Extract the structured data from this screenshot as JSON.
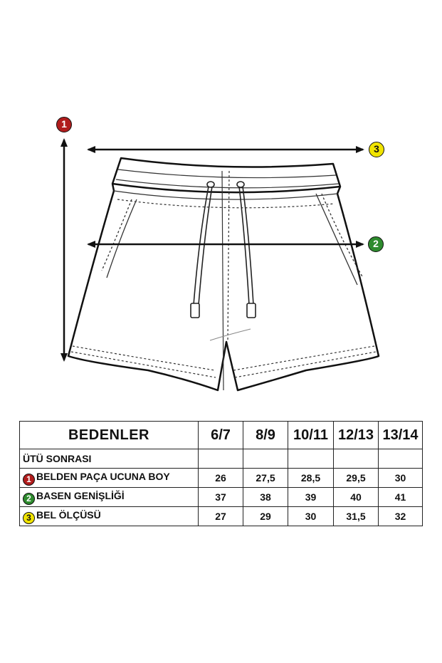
{
  "colors": {
    "badge_1": "#b01c1c",
    "badge_2": "#2e8b2e",
    "badge_3": "#f1e400",
    "line": "#111111"
  },
  "badges": {
    "length": "1",
    "hip": "2",
    "waist": "3"
  },
  "table": {
    "title": "BEDENLER",
    "sizes": [
      "6/7",
      "8/9",
      "10/11",
      "12/13",
      "13/14"
    ],
    "note": "ÜTÜ SONRASI",
    "rows": [
      {
        "badge": "1",
        "label": "BELDEN PAÇA UCUNA BOY",
        "values": [
          "26",
          "27,5",
          "28,5",
          "29,5",
          "30"
        ]
      },
      {
        "badge": "2",
        "label": "BASEN GENİŞLİĞİ",
        "values": [
          "37",
          "38",
          "39",
          "40",
          "41"
        ]
      },
      {
        "badge": "3",
        "label": "BEL ÖLÇÜSÜ",
        "values": [
          "27",
          "29",
          "30",
          "31,5",
          "32"
        ]
      }
    ]
  }
}
